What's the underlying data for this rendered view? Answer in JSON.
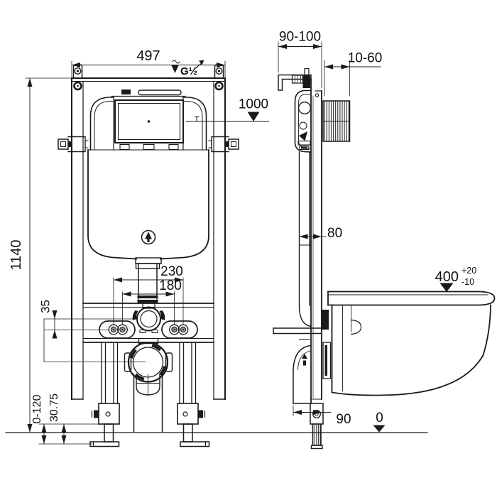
{
  "drawing": {
    "kind": "wall-hung toilet concealed cistern frame installation diagram",
    "views": [
      "front-view",
      "side-view"
    ],
    "line_color": "#1a1a1a"
  },
  "labels": {
    "frame_width": "497",
    "frame_height": "1140",
    "wall_bracket_range": "90-100",
    "front_panel_range": "10-60",
    "actuator_height": "1000",
    "frame_depth": "80",
    "fixing_spacing_outer": "230",
    "fixing_spacing_inner": "180",
    "flush_bend_offset": "35",
    "bowl_height": "400",
    "bowl_height_plus": "+20",
    "bowl_height_minus": "-10",
    "leg_adjustment": "0-120",
    "foot_height": "30.75",
    "outlet_offset": "90",
    "floor_level": "0",
    "water_supply": "G½"
  },
  "icons": {
    "water_inlet_icon": "▼",
    "elevation_marker_icon": "▼",
    "flush_emblem_icon": "♠"
  }
}
